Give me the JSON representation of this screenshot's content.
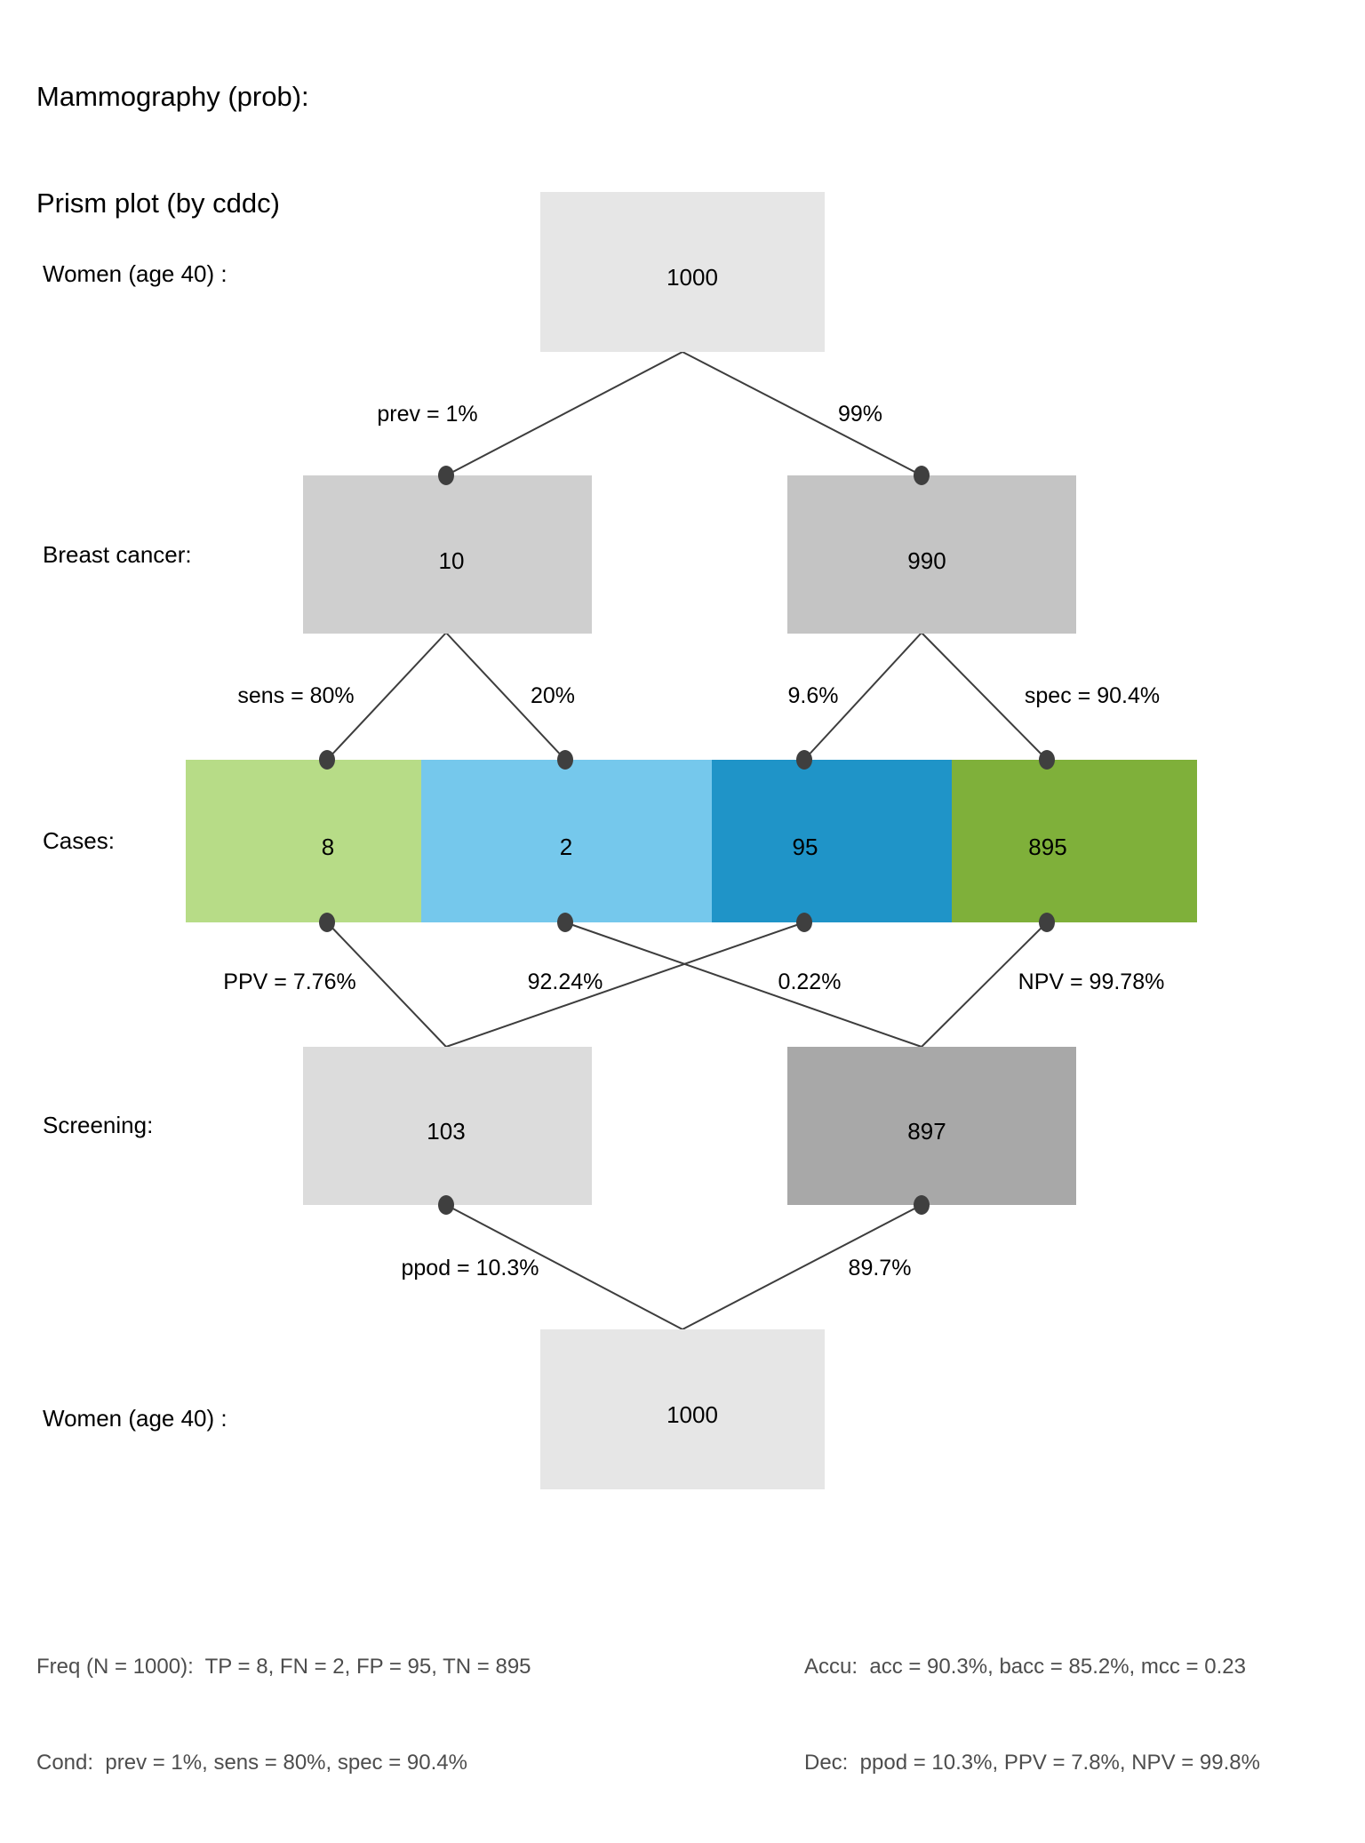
{
  "title": {
    "line1": "Mammography (prob):",
    "line2": "Prism plot (by cddc)"
  },
  "row_labels": {
    "population_top": "Women (age 40) :",
    "condition": "Breast cancer:",
    "cases": "Cases:",
    "decision": "Screening:",
    "population_bottom": "Women (age 40) :"
  },
  "nodes": {
    "n_top": "1000",
    "cond_true": "10",
    "cond_false": "990",
    "tp": "8",
    "fn": "2",
    "fp": "95",
    "tn": "895",
    "dec_pos": "103",
    "dec_neg": "897",
    "n_bottom": "1000"
  },
  "edge_labels": {
    "prev": "prev = 1%",
    "prev_comp": "99%",
    "sens": "sens = 80%",
    "mirt": "20%",
    "fart": "9.6%",
    "spec": "spec = 90.4%",
    "ppv": "PPV = 7.76%",
    "fdr": "92.24%",
    "for": "0.22%",
    "npv": "NPV = 99.78%",
    "ppod": "ppod = 10.3%",
    "ppod_comp": "89.7%"
  },
  "footer": {
    "freq": "Freq (N = 1000):  TP = 8, FN = 2, FP = 95, TN = 895",
    "cond": "Cond:  prev = 1%, sens = 80%, spec = 90.4%",
    "accu": "Accu:  acc = 90.3%, bacc = 85.2%, mcc = 0.23",
    "dec": "Dec:  ppod = 10.3%, PPV = 7.8%, NPV = 99.8%"
  },
  "colors": {
    "n_box": "#e6e6e6",
    "cond_true_box": "#cfcfcf",
    "cond_false_box": "#c4c4c4",
    "tp": "#b7dc87",
    "fn": "#75c8ec",
    "fp": "#1f94c8",
    "tn": "#7fb03a",
    "dec_pos_box": "#dcdcdc",
    "dec_neg_box": "#a8a8a8",
    "link": "#3d3d3d",
    "dot": "#3f3f3f",
    "footer_text": "#4d4d4d"
  },
  "chart_data": {
    "type": "diagram",
    "title": "Mammography (prob): Prism plot (by cddc)",
    "N": 1000,
    "levels": [
      {
        "name": "Women (age 40) :",
        "nodes": [
          {
            "label": "1000",
            "value": 1000
          }
        ]
      },
      {
        "name": "Breast cancer:",
        "nodes": [
          {
            "label": "10",
            "value": 10
          },
          {
            "label": "990",
            "value": 990
          }
        ]
      },
      {
        "name": "Cases:",
        "nodes": [
          {
            "label": "8",
            "value": 8
          },
          {
            "label": "2",
            "value": 2
          },
          {
            "label": "95",
            "value": 95
          },
          {
            "label": "895",
            "value": 895
          }
        ]
      },
      {
        "name": "Screening:",
        "nodes": [
          {
            "label": "103",
            "value": 103
          },
          {
            "label": "897",
            "value": 897
          }
        ]
      },
      {
        "name": "Women (age 40) :",
        "nodes": [
          {
            "label": "1000",
            "value": 1000
          }
        ]
      }
    ],
    "edges": [
      {
        "from": "1000",
        "to": "10",
        "label": "prev = 1%",
        "value": 0.01
      },
      {
        "from": "1000",
        "to": "990",
        "label": "99%",
        "value": 0.99
      },
      {
        "from": "10",
        "to": "8",
        "label": "sens = 80%",
        "value": 0.8
      },
      {
        "from": "10",
        "to": "2",
        "label": "20%",
        "value": 0.2
      },
      {
        "from": "990",
        "to": "95",
        "label": "9.6%",
        "value": 0.096
      },
      {
        "from": "990",
        "to": "895",
        "label": "spec = 90.4%",
        "value": 0.904
      },
      {
        "from": "8",
        "to": "103",
        "label": "PPV = 7.76%",
        "value": 0.0776
      },
      {
        "from": "95",
        "to": "103",
        "label": "92.24%",
        "value": 0.9224
      },
      {
        "from": "2",
        "to": "897",
        "label": "0.22%",
        "value": 0.0022
      },
      {
        "from": "895",
        "to": "897",
        "label": "NPV = 99.78%",
        "value": 0.9978
      },
      {
        "from": "103",
        "to": "1000",
        "label": "ppod = 10.3%",
        "value": 0.103
      },
      {
        "from": "897",
        "to": "1000",
        "label": "89.7%",
        "value": 0.897
      }
    ],
    "metrics": {
      "TP": 8,
      "FN": 2,
      "FP": 95,
      "TN": 895,
      "prev": "1%",
      "sens": "80%",
      "spec": "90.4%",
      "acc": "90.3%",
      "bacc": "85.2%",
      "mcc": 0.23,
      "ppod": "10.3%",
      "PPV": "7.8%",
      "NPV": "99.8%"
    }
  }
}
